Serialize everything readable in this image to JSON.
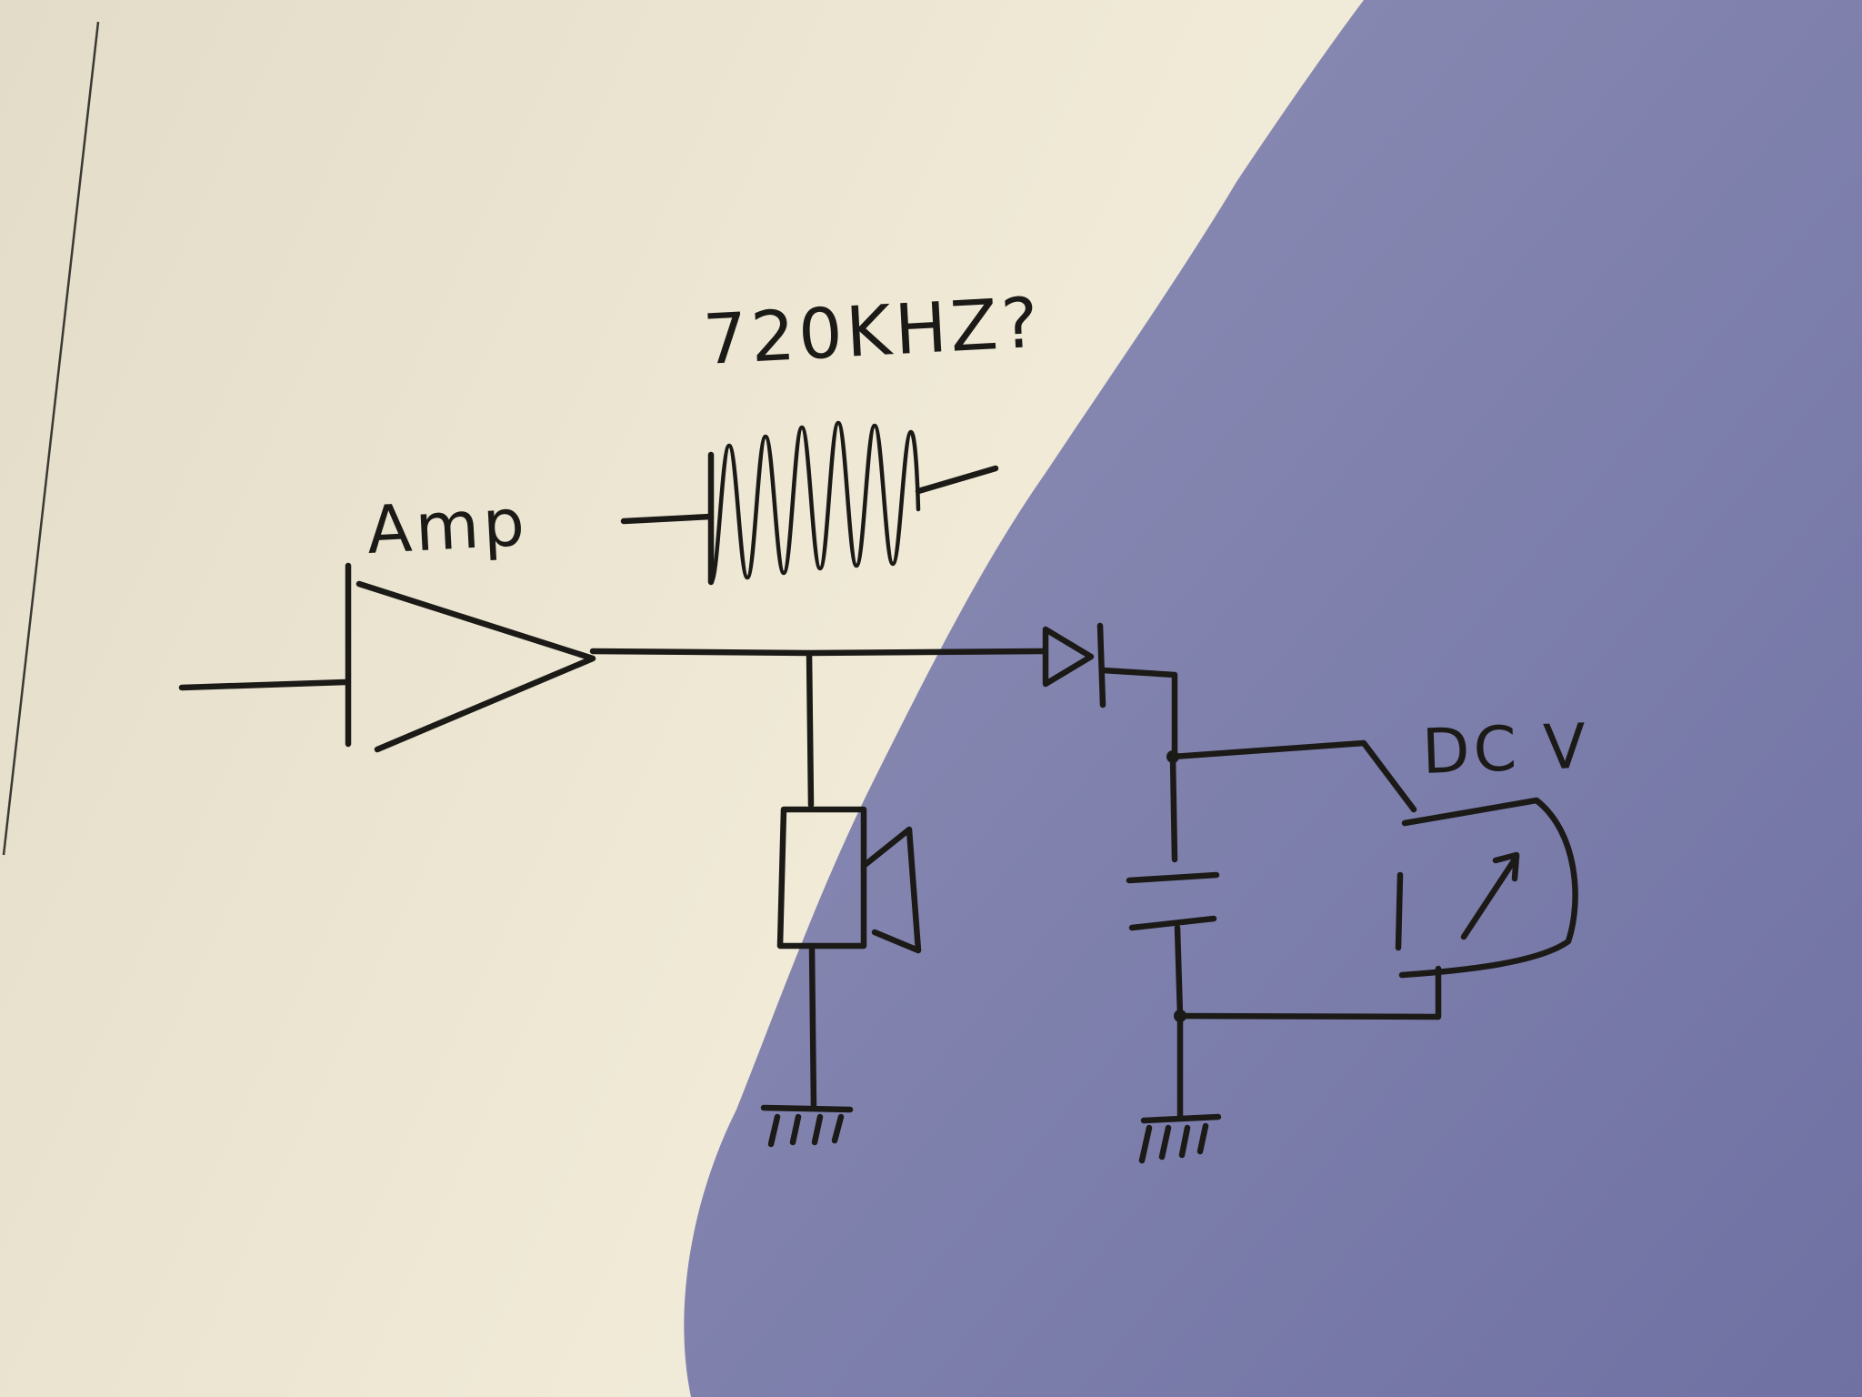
{
  "labels": {
    "frequency": "720KHZ?",
    "amp": "Amp",
    "meter": "DC V"
  },
  "components": [
    "amplifier",
    "crystal",
    "speaker",
    "diode",
    "capacitor",
    "dc-voltmeter",
    "ground",
    "ground"
  ]
}
